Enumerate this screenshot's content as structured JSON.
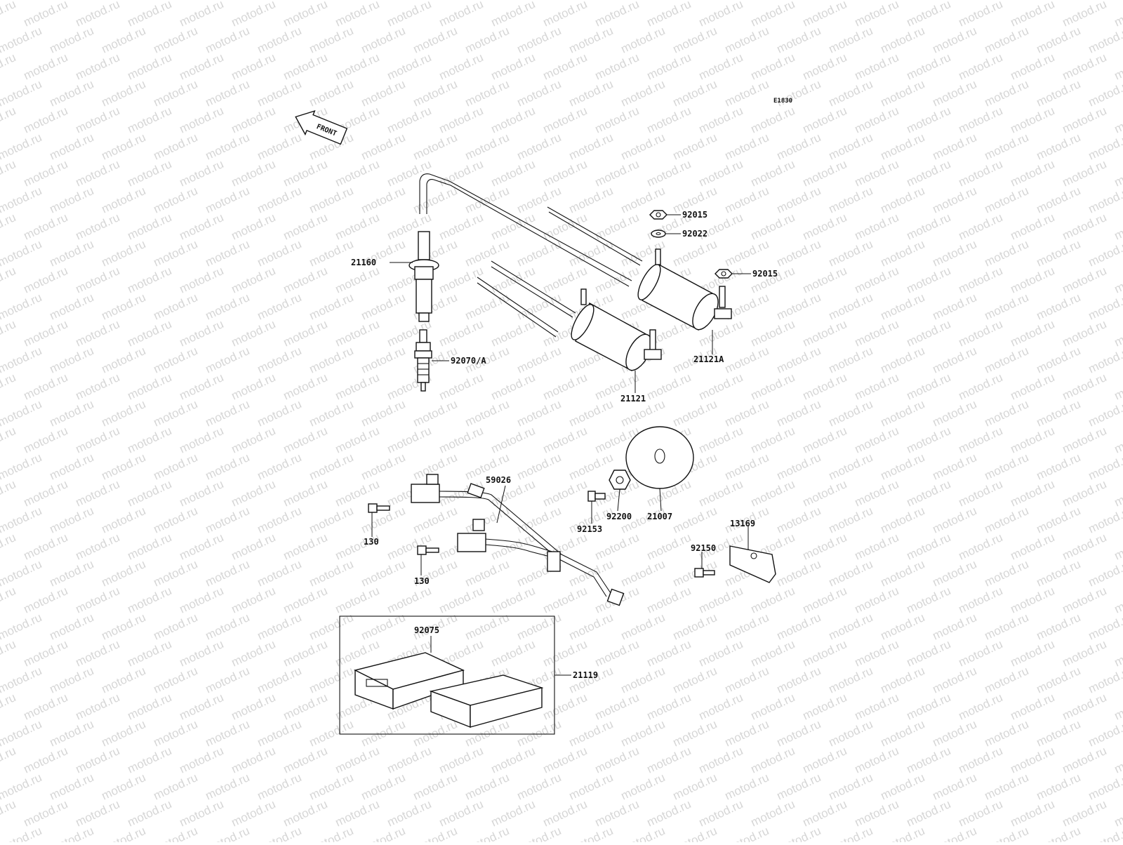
{
  "diagram": {
    "code": "E1830",
    "front_label": "FRONT",
    "watermark": "motod.ru",
    "parts": {
      "p92015a": "92015",
      "p92022": "92022",
      "p92015b": "92015",
      "p21160": "21160",
      "p92070": "92070/A",
      "p21121a": "21121A",
      "p21121": "21121",
      "p59026": "59026",
      "p130a": "130",
      "p130b": "130",
      "p92153": "92153",
      "p92200": "92200",
      "p21007": "21007",
      "p13169": "13169",
      "p92150": "92150",
      "p92075": "92075",
      "p21119": "21119"
    }
  }
}
